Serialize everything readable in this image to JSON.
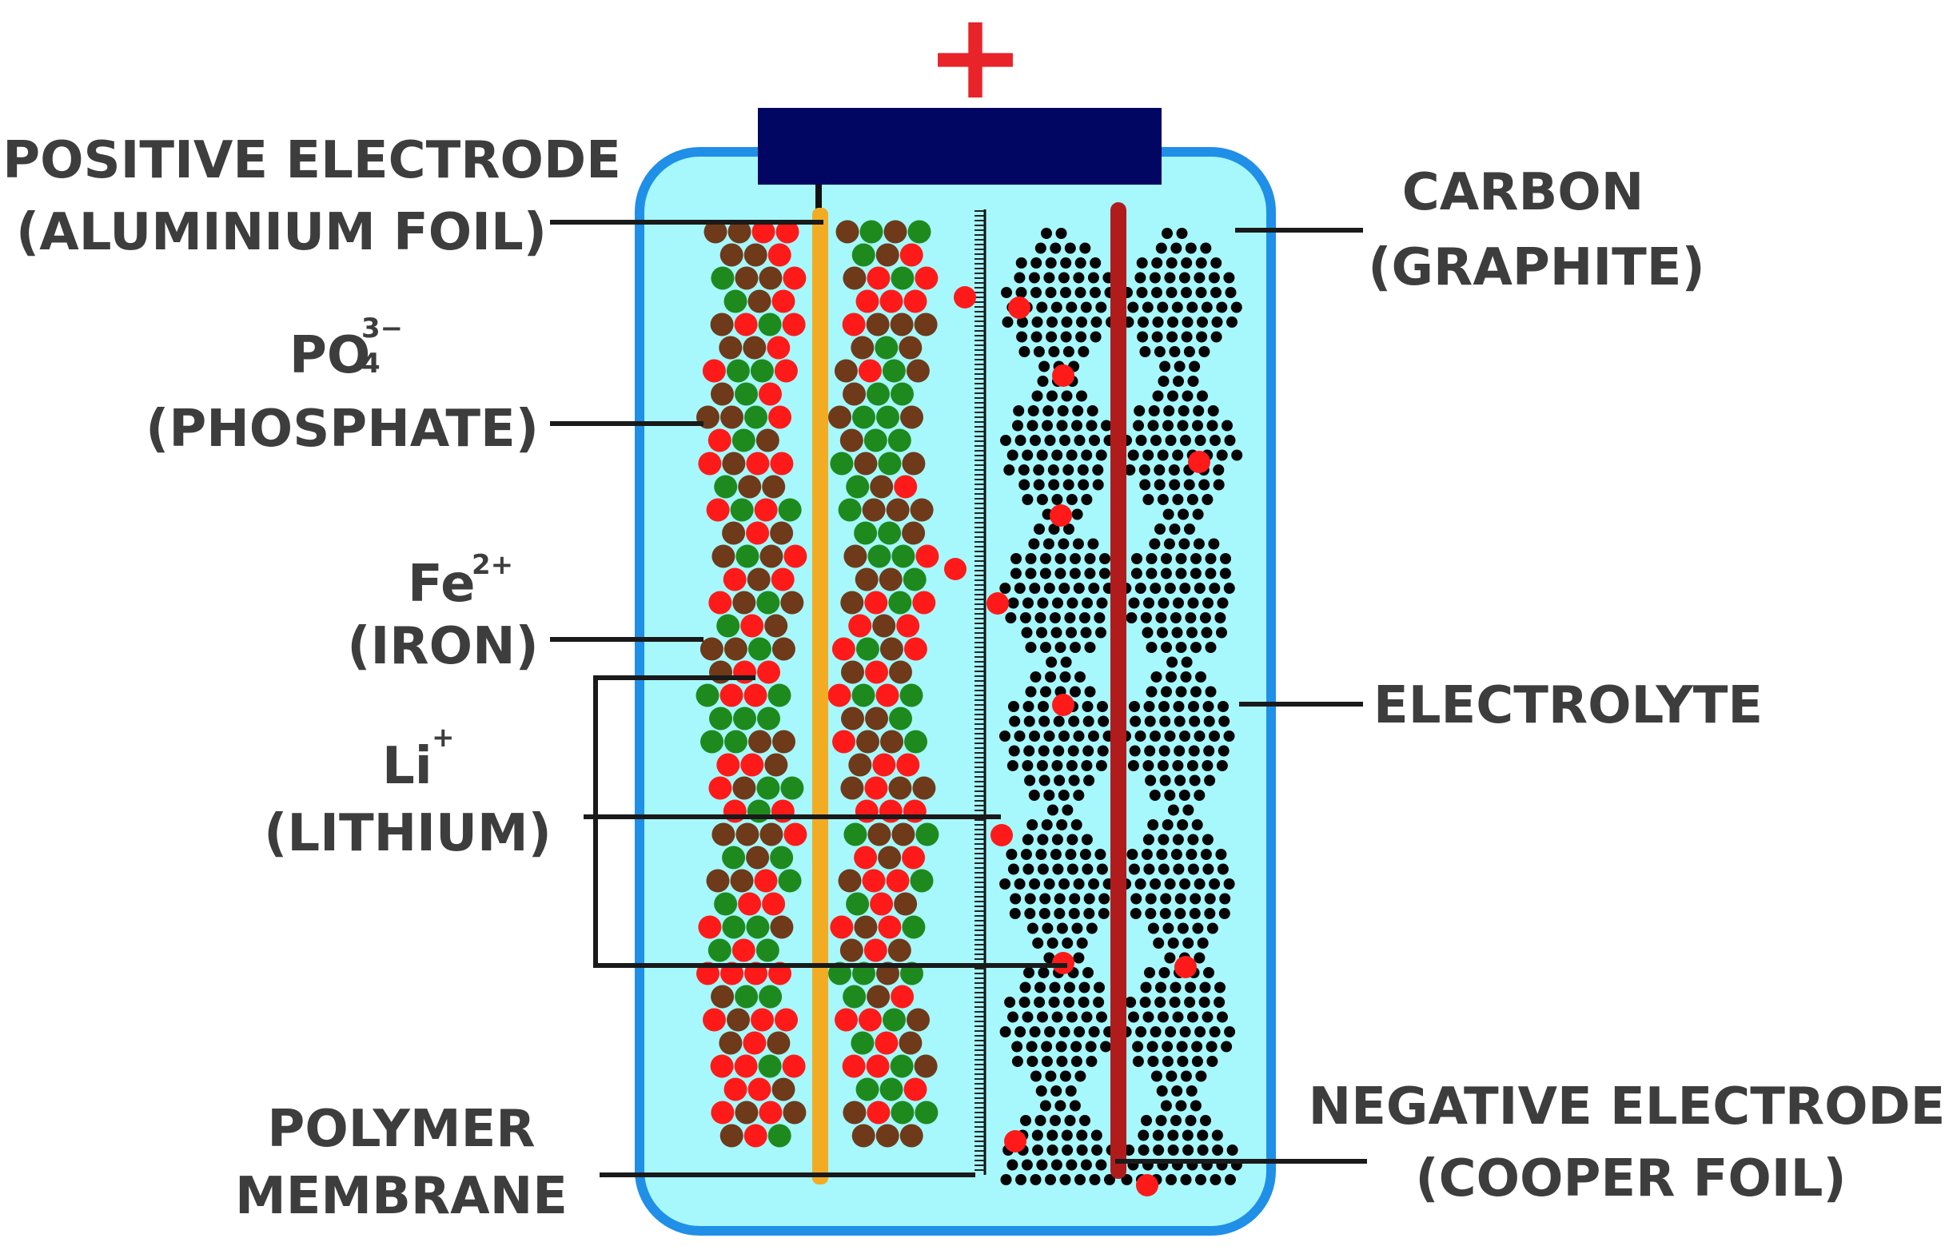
{
  "diagram": {
    "terminal_symbol": "+",
    "labels": {
      "positive_electrode": {
        "line1": "POSITIVE ELECTRODE",
        "line2": "(ALUMINIUM FOIL)"
      },
      "phosphate": {
        "formula": "PO",
        "subscript": "4",
        "superscript": "3−",
        "name": "(PHOSPHATE)"
      },
      "iron": {
        "formula": "Fe",
        "superscript": "2+",
        "name": "(IRON)"
      },
      "lithium": {
        "formula": "Li",
        "superscript": "+",
        "name": "(LITHIUM)"
      },
      "membrane": {
        "line1": "POLYMER",
        "line2": "MEMBRANE"
      },
      "carbon": {
        "line1": "CARBON",
        "line2": "(GRAPHITE)"
      },
      "electrolyte": {
        "line1": "ELECTROLYTE"
      },
      "negative_electrode": {
        "line1": "NEGATIVE ELECTRODE",
        "line2": "(COOPER FOIL)"
      }
    },
    "colors": {
      "cell_fill": "#a6f8fc",
      "cell_border": "#1f8fe8",
      "terminal": "#010662",
      "plus_sign": "#e8242a",
      "aluminium_foil": "#f2ac24",
      "copper_foil": "#b01c1c",
      "lithium": "#ff1a1a",
      "iron": "#6e3a1a",
      "phosphate": "#1e8a1e",
      "graphite": "#050505",
      "label_text": "#3d3d3d",
      "leader_line": "#1a1a1a"
    }
  }
}
